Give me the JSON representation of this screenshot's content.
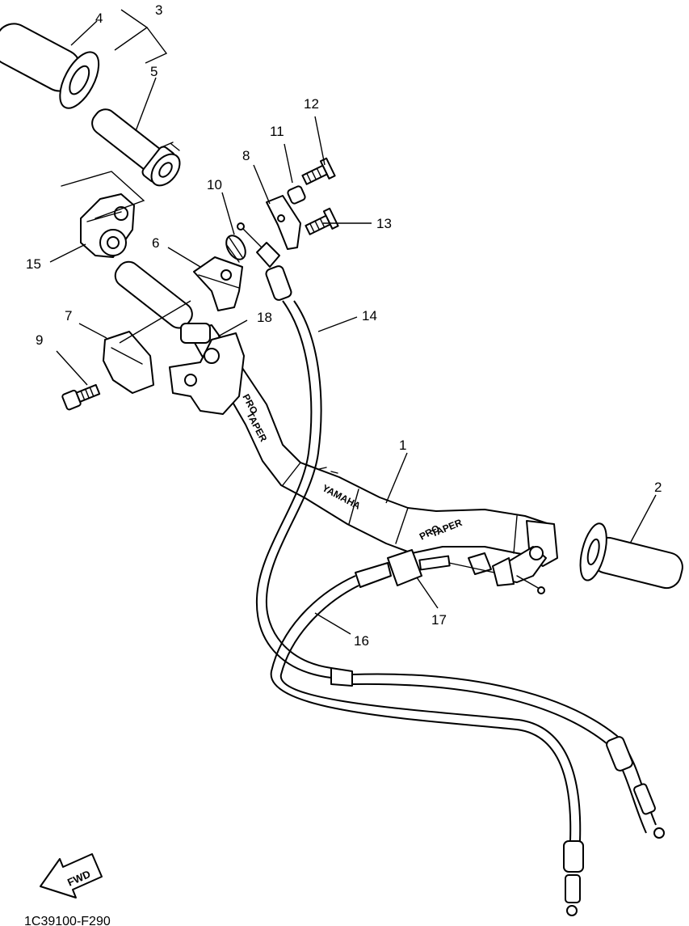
{
  "callouts": {
    "c1": "1",
    "c2": "2",
    "c3": "3",
    "c4": "4",
    "c5": "5",
    "c6": "6",
    "c7": "7",
    "c8": "8",
    "c9": "9",
    "c10": "10",
    "c11": "11",
    "c12": "12",
    "c13": "13",
    "c14": "14",
    "c15": "15",
    "c16": "16",
    "c17": "17",
    "c18": "18"
  },
  "bar_text": {
    "brand": "YAMAHA",
    "pro": "PRO",
    "taper": "TAPER"
  },
  "fwd_label": "FWD",
  "figure_code": "1C39100-F290"
}
